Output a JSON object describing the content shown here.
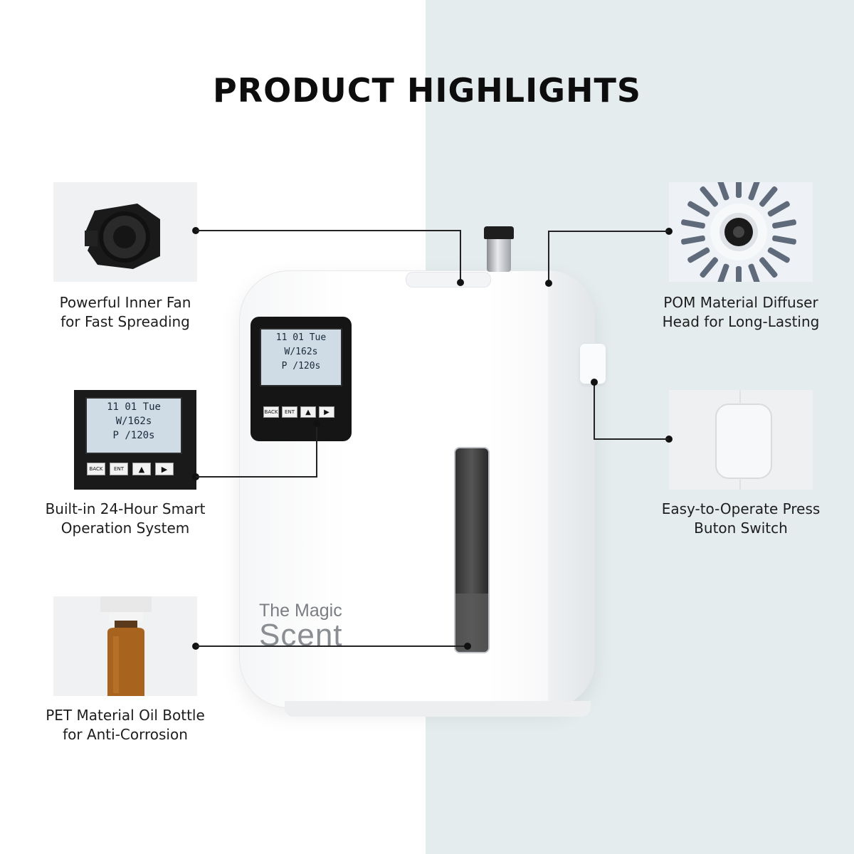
{
  "headline": "PRODUCT HIGHLIGHTS",
  "features": {
    "fan": {
      "line1": "Powerful Inner Fan",
      "line2": "for Fast Spreading"
    },
    "system": {
      "line1": "Built-in 24-Hour Smart",
      "line2": "Operation System"
    },
    "bottle": {
      "line1": "PET Material Oil Bottle",
      "line2": "for Anti-Corrosion"
    },
    "diffuser": {
      "line1": "POM Material Diffuser",
      "line2": "Head for Long-Lasting"
    },
    "switch": {
      "line1": "Easy-to-Operate Press",
      "line2": "Buton Switch"
    }
  },
  "display": {
    "line1": "11 01 Tue",
    "line2": "W/162s",
    "line3": "P /120s",
    "keys": {
      "back": "BACK",
      "ent": "ENT",
      "up": "▲",
      "right": "▶"
    }
  },
  "brand": {
    "line1": "The Magic",
    "line2": "Scent"
  },
  "colors": {
    "right_bg": "#e4ecee",
    "line": "#222222",
    "text": "#1d1d1d"
  }
}
